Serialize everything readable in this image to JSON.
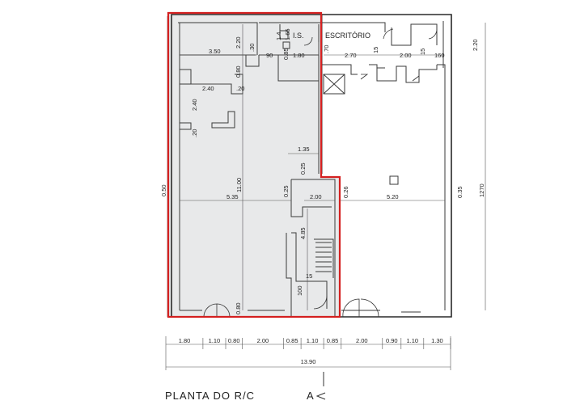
{
  "drawing": {
    "title": "PLANTA DO R/C",
    "section_mark": "A"
  },
  "rooms": {
    "is": "I.S.",
    "escritorio": "ESCRITÓRIO"
  },
  "dimensions": {
    "d_350": "3.50",
    "d_220a": "2.20",
    "d_30": ".30",
    "d_090": "90",
    "d_165": "1.65",
    "d_140": "1.4",
    "d_085v": "0.85",
    "d_180a": "1.80",
    "d_070": ".70",
    "d_270": "2.70",
    "d_15a": "15",
    "d_200a": "2.00",
    "d_15b": "15",
    "d_160": "160",
    "d_220b": "2.20",
    "d_080a": "0.80",
    "d_240h": "2.40",
    "d_20a": ".20",
    "d_240v": "2.40",
    "d_20b": ".20",
    "d_135": "1.35",
    "d_025a": "0.25",
    "d_1100": "11.00",
    "d_050": "0.50",
    "d_535": "5.35",
    "d_025b": "0.25",
    "d_200b": "2.00",
    "d_026": "0.26",
    "d_520": "5.20",
    "d_035": "0.35",
    "d_1270": "1270",
    "d_485": "4.85",
    "d_15c": "15",
    "d_100": "100",
    "d_080b": "0.80"
  },
  "bottom_dims": [
    "1.80",
    "1.10",
    "0.80",
    "2.00",
    "0.85",
    "1.10",
    "0.85",
    "2.00",
    "0.90",
    "1.10",
    "1.30"
  ],
  "total_width": "13.90",
  "colors": {
    "highlight": "#d42020",
    "highlight_fill": "#e8e9ea",
    "wall": "#2a2a2a"
  }
}
